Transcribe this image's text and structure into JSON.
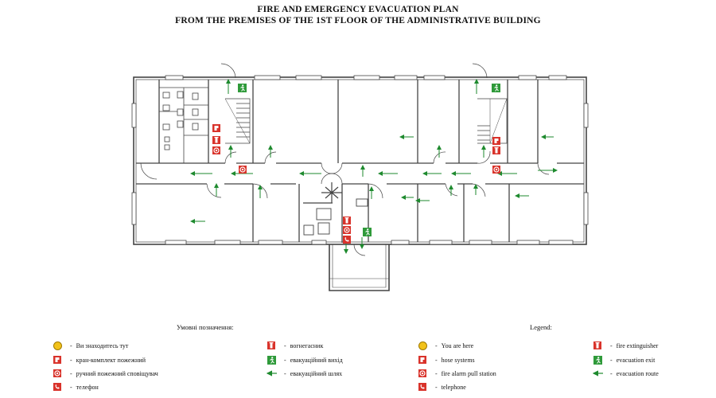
{
  "title": {
    "line1": "FIRE AND EMERGENCY EVACUATION PLAN",
    "line2": "FROM THE PREMISES OF THE 1ST FLOOR OF THE ADMINISTRATIVE BUILDING"
  },
  "legend_ua": {
    "heading": "Умовні позначення:",
    "you_are_here": "Ви знаходитесь тут",
    "hose": "кран-комплект пожежний",
    "alarm": "ручний пожежний сповіщувач",
    "phone": "телефон",
    "extinguisher": "вогнегасник",
    "exit": "евакуаційний вихід",
    "route": "евакуаційний шлях"
  },
  "legend_en": {
    "heading": "Legend:",
    "you_are_here": "You are here",
    "hose": "hose systems",
    "alarm": "fire alarm pull station",
    "phone": "telephone",
    "extinguisher": "fire extinguisher",
    "exit": "evacuation exit",
    "route": "evacuation route"
  },
  "dash": "-",
  "colors": {
    "wall": "#444444",
    "fire_red": "#d9332b",
    "exit_green": "#2f9a3a",
    "route_green": "#1e8a2e",
    "here_yellow": "#f2c21a"
  },
  "icons": {
    "you_are_here": "yellow-circle-icon",
    "hose": "hose-reel-icon",
    "alarm": "alarm-button-icon",
    "phone": "telephone-icon",
    "extinguisher": "fire-extinguisher-icon",
    "exit": "running-man-exit-icon",
    "route": "green-arrow-icon"
  }
}
